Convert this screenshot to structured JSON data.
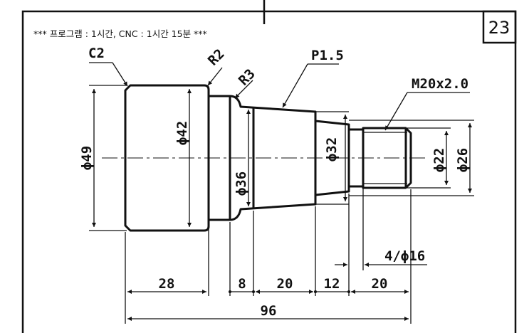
{
  "problem_number": "23",
  "header_text": "*** 프로그램 : 1시간, CNC : 1시간 15분 ***",
  "callouts": {
    "chamfer": "C2",
    "radius_a": "R2",
    "radius_b": "R3",
    "taper": "P1.5",
    "thread": "M20x2.0"
  },
  "diameters": {
    "d49": "ϕ49",
    "d42": "ϕ42",
    "d36": "ϕ36",
    "d32": "ϕ32",
    "d22": "ϕ22",
    "d26": "ϕ26"
  },
  "lengths": {
    "l28": "28",
    "l8": "8",
    "l20a": "20",
    "l12": "12",
    "l20b": "20",
    "total": "96",
    "groove": "4/ϕ16"
  }
}
